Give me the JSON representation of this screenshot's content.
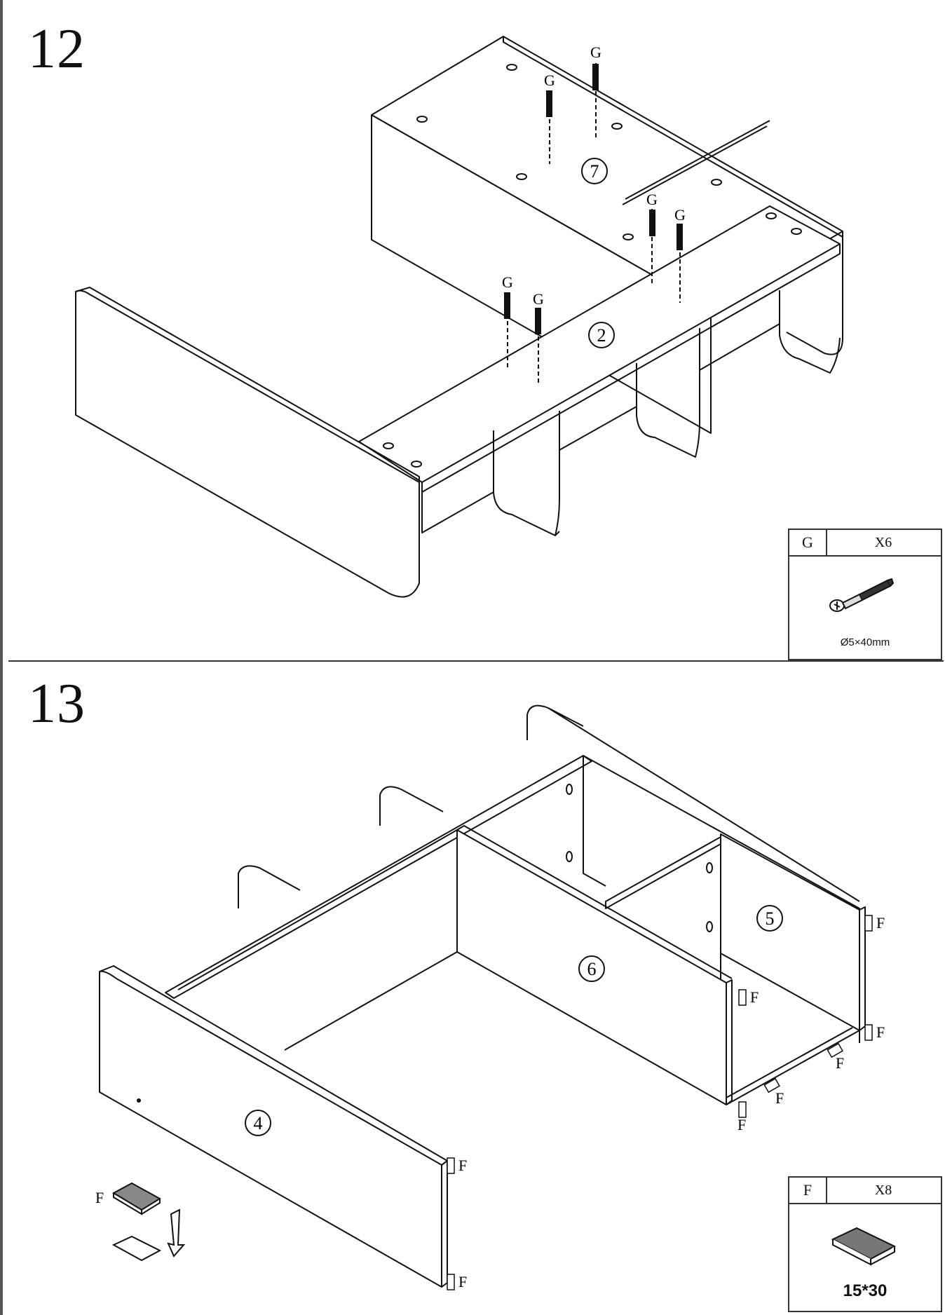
{
  "steps": [
    {
      "number": "12",
      "parts": [
        "7",
        "2"
      ],
      "hardware_label": "G",
      "legend": {
        "id": "G",
        "qty": "X6",
        "spec": "Ø5×40mm",
        "icon": "screw-icon"
      }
    },
    {
      "number": "13",
      "parts": [
        "4",
        "6",
        "5"
      ],
      "hardware_label": "F",
      "legend": {
        "id": "F",
        "qty": "X8",
        "spec": "15*30",
        "icon": "pad-icon"
      }
    }
  ]
}
